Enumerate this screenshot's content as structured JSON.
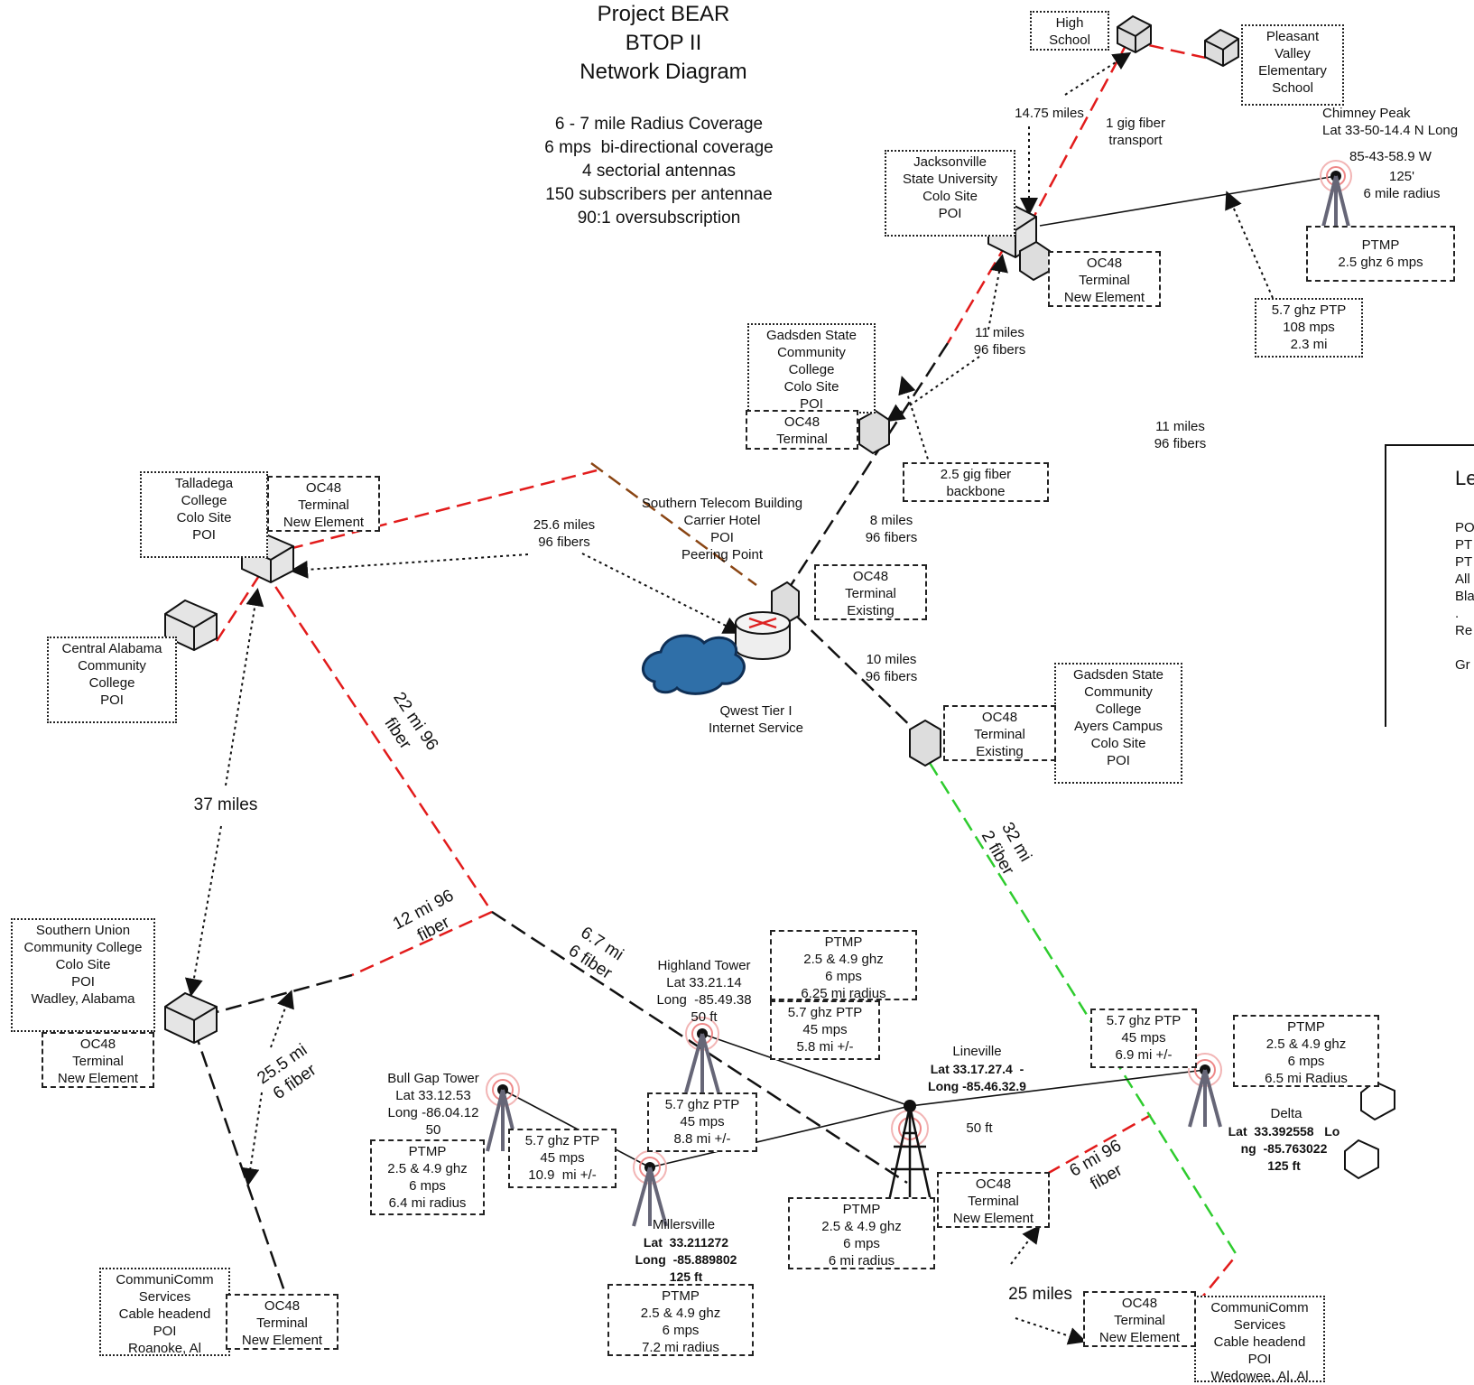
{
  "title": {
    "line1": "Project BEAR",
    "line2": "BTOP II",
    "line3": "Network Diagram"
  },
  "specs": {
    "l1": "6 - 7 mile Radius Coverage",
    "l2": "6 mps  bi-directional coverage",
    "l3": "4 sectorial antennas",
    "l4": "150 subscribers per antennae",
    "l5": "90:1 oversubscription"
  },
  "sites": {
    "high_school": "High\nSchool",
    "pleasant_valley": "Pleasant\nValley\nElementary\nSchool",
    "jsu": "Jacksonville\nState University\nColo Site\nPOI",
    "gadsden_state": "Gadsden State\nCommunity\nCollege\nColo Site\nPOI",
    "talladega": "Talladega\nCollege\nColo Site\nPOI",
    "central_alabama": "Central Alabama\nCommunity\nCollege\nPOI",
    "gadsden_ayers": "Gadsden State\nCommunity\nCollege\nAyers Campus\nColo Site\nPOI",
    "southern_union": "Southern Union\nCommunity College\nColo Site\nPOI\nWadley, Alabama",
    "communicomm_roanoke": "CommuniComm\nServices\nCable headend\nPOI\nRoanoke, Al",
    "communicomm_wedowee": "CommuniComm\nServices\nCable headend\nPOI\nWedowee, Al, Al",
    "southern_telecom": "Southern Telecom Building\nCarrier Hotel\nPOI\nPeering Point",
    "qwest": "Qwest Tier I\nInternet Service"
  },
  "terminals": {
    "jsu_oc48": "OC48\nTerminal\nNew Element",
    "gadsden_oc48": "OC48\nTerminal",
    "talladega_oc48": "OC48\nTerminal\nNew Element",
    "southern_oc48": "OC48\nTerminal\nExisting",
    "ayers_oc48": "OC48\nTerminal\nExisting",
    "southern_union_oc48": "OC48\nTerminal\nNew Element",
    "roanoke_oc48": "OC48\nTerminal\nNew Element",
    "lineville_oc48": "OC48\nTerminal\nNew Element",
    "wedowee_oc48": "OC48\nTerminal\nNew Element"
  },
  "links": {
    "d14_75": "14.75 miles",
    "gig1": "1 gig fiber\ntransport",
    "mi11_96a": "11 miles\n96 fibers",
    "mi11_96b": "11 miles\n96 fibers",
    "gig25": "2.5 gig fiber\nbackbone",
    "mi8_96": "8 miles\n96 fibers",
    "mi10_96": "10 miles\n96 fibers",
    "mi25_6_96": "25.6 miles\n96 fibers",
    "mi22_96": "22 mi 96\nfiber",
    "mi37": "37 miles",
    "mi12_96": "12 mi 96\nfiber",
    "mi6_7_6": "6.7 mi\n6 fiber",
    "mi25_5_6": "25.5 mi\n6 fiber",
    "mi32_2": "32 mi\n2 fiber",
    "mi6_96": "6 mi 96\nfiber",
    "mi25": "25 miles"
  },
  "towers": {
    "chimney_peak": "Chimney Peak\nLat 33-50-14.4 N Long",
    "chimney_coord": "85-43-58.9 W",
    "chimney_height": "125'\n6 mile radius",
    "chimney_ptmp": "PTMP\n2.5 ghz 6 mps",
    "chimney_ptp": "5.7 ghz PTP\n108 mps\n2.3 mi",
    "highland": "Highland Tower\nLat 33.21.14\nLong  -85.49.38\n50 ft",
    "highland_ptmp": "PTMP\n2.5 & 4.9 ghz\n6 mps\n6.25 mi radius",
    "highland_ptp": "5.7 ghz PTP\n45 mps\n5.8 mi +/-",
    "bullgap": "Bull Gap Tower\nLat 33.12.53\nLong -86.04.12\n50",
    "bullgap_ptmp": "PTMP\n2.5 & 4.9 ghz\n6 mps\n6.4 mi radius",
    "bullgap_ptp": "5.7 ghz PTP\n45 mps\n10.9  mi +/-",
    "millersville_name": "Millersville",
    "millersville_coords": "Lat  33.211272\nLong  -85.889802\n125 ft",
    "millersville_ptmp": "PTMP\n2.5 & 4.9 ghz\n6 mps\n7.2 mi radius",
    "mill_ptp": "5.7 ghz PTP\n45 mps\n8.8 mi +/-",
    "lineville_name": "Lineville",
    "lineville_coords": "Lat 33.17.27.4  -\nLong -85.46.32.9",
    "lineville_height": "50 ft",
    "lineville_ptmp": "PTMP\n2.5 & 4.9 ghz\n6 mps\n6 mi radius",
    "delta_ptp": "5.7 ghz PTP\n45 mps\n6.9 mi +/-",
    "delta_ptmp": "PTMP\n2.5 & 4.9 ghz\n6 mps\n6.5 mi Radius",
    "delta_name": "Delta",
    "delta_coords": "Lat  33.392558   Lo\nng  -85.763022\n125 ft"
  },
  "legend": {
    "title": "Le",
    "rows": "PO\nPT\nPT\nAll\nBla\n.\nRe\n\nGr"
  }
}
